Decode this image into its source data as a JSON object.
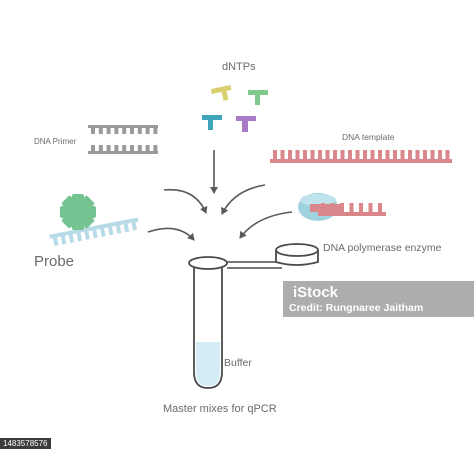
{
  "labels": {
    "dntps": "dNTPs",
    "dna_primer": "DNA  Primer",
    "dna_template": "DNA template",
    "probe": "Probe",
    "dna_polymerase": "DNA polymerase enzyme",
    "buffer": "Buffer",
    "caption": "Master mixes for qPCR"
  },
  "watermark": {
    "brand": "iStock",
    "credit": "Credit: Rungnaree Jaitham"
  },
  "stock_id": "1483578576",
  "colors": {
    "primer": "#9a9a9a",
    "template": "#d9878a",
    "probe_strand": "#b7dbe6",
    "probe_fluor": "#76c392",
    "enzyme": "#9fd3df",
    "buffer_liquid": "#d4ecf4",
    "tube_outline": "#4b4b4b",
    "arrow": "#5a5a5a",
    "dntp_yellow": "#d8cf6e",
    "dntp_green": "#7ec98b",
    "dntp_teal": "#3fa6b9",
    "dntp_purple": "#a97bc6"
  }
}
